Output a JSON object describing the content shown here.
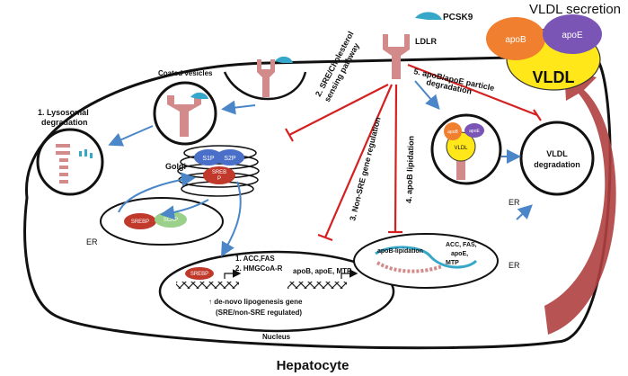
{
  "diagram": {
    "cell_label": "Hepatocyte",
    "vldl_secretion": "VLDL secretion",
    "vldl": "VLDL",
    "apoB": "apoB",
    "apoE": "apoE",
    "pcsk9": "PCSK9",
    "ldlr": "LDLR",
    "coated_vesicles": "Coated vesicles",
    "lysosomal_1": "1. Lysosomal",
    "lysosomal_2": "degradation",
    "golgi": "Golgi",
    "s1p": "S1P",
    "s2p": "S2P",
    "srebp_golgi_1": "SREB",
    "srebp_golgi_2": "P",
    "srebp": "SREBP",
    "scap": "SCAP",
    "er": "ER",
    "nucleus": "Nucleus",
    "pathway_2_line1": "2. SRE/Cholesterol",
    "pathway_2_line2": "sensing pathway",
    "pathway_3": "3. Non-SRE gene regulation",
    "pathway_4": "4. apoB lipidation",
    "pathway_5_line1": "5. apoB/apoE particle",
    "pathway_5_line2": "degradation",
    "gene_1": "1. ACC,FAS",
    "gene_2": "2. HMGCoA-R",
    "gene_other": "apoB, apoE, MTP",
    "denovo_line1": "↑ de-novo lipogenesis gene",
    "denovo_line2": "(SRE/non-SRE regulated)",
    "apob_lipidation": "apoB-lipidation",
    "lip_line1": "ACC, FAS,",
    "lip_line2": "apoE,",
    "lip_line3": "MTP",
    "vldl_degradation_1": "VLDL",
    "vldl_degradation_2": "degradation"
  },
  "colors": {
    "apoB": "#F08030",
    "apoE": "#7B55B5",
    "vldl": "#FFE71A",
    "pcsk9": "#35A7C8",
    "receptor": "#D28A8A",
    "inhibit": "#D42020",
    "flow": "#4A86C8",
    "big_arrow": "#B04040",
    "srebp": "#C0392B",
    "scap": "#9AD08A",
    "golgi_blue": "#4A6FC8"
  }
}
